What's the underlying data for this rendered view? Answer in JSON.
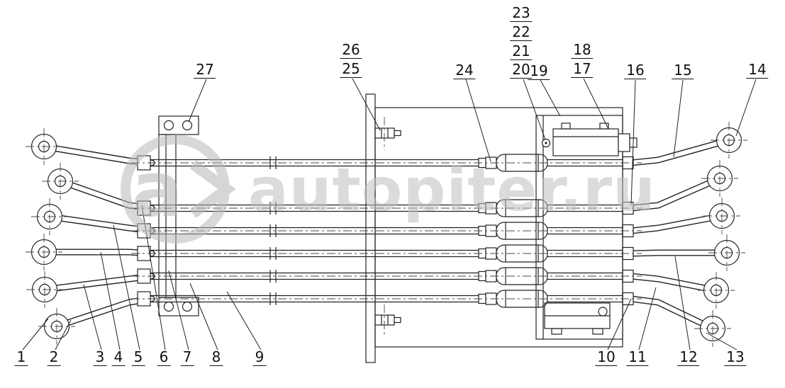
{
  "watermark": {
    "logo": "a",
    "text": "autopiter.ru"
  },
  "callouts": [
    "1",
    "2",
    "3",
    "4",
    "5",
    "6",
    "7",
    "8",
    "9",
    "10",
    "11",
    "12",
    "13",
    "14",
    "15",
    "16",
    "17",
    "18",
    "19",
    "20",
    "21",
    "22",
    "23",
    "24",
    "25",
    "26",
    "27"
  ]
}
